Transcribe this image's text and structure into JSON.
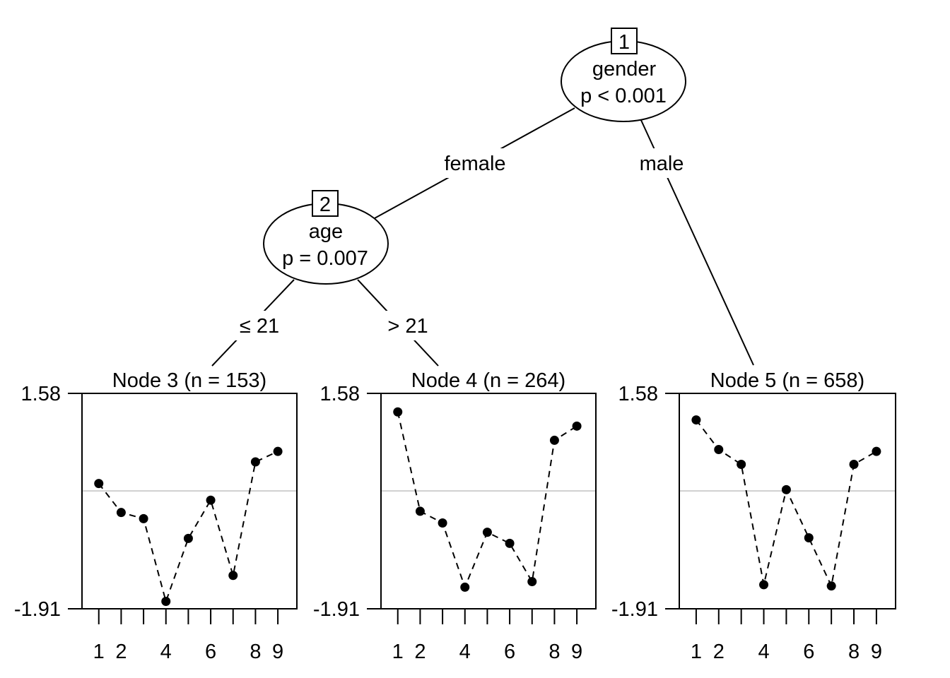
{
  "tree": {
    "inner_nodes": [
      {
        "id": "1",
        "variable": "gender",
        "pvalue": "p < 0.001"
      },
      {
        "id": "2",
        "variable": "age",
        "pvalue": "p = 0.007"
      }
    ],
    "edges": [
      {
        "from": "1",
        "to": "2",
        "label": "female"
      },
      {
        "from": "1",
        "to": "5",
        "label": "male"
      },
      {
        "from": "2",
        "to": "3",
        "label": "≤ 21"
      },
      {
        "from": "2",
        "to": "4",
        "label": "> 21"
      }
    ]
  },
  "chart_data": [
    {
      "type": "line",
      "title": "Node 3 (n = 153)",
      "x": [
        1,
        2,
        3,
        4,
        5,
        6,
        7,
        8,
        9
      ],
      "xticklabels": [
        "1",
        "2",
        "",
        "4",
        "",
        "6",
        "",
        "8",
        "9"
      ],
      "values": [
        0.12,
        -0.35,
        -0.45,
        -1.79,
        -0.77,
        -0.15,
        -1.37,
        0.47,
        0.64
      ],
      "ylim": [
        -1.91,
        1.58
      ],
      "yticklabels": [
        "1.58",
        "-1.91"
      ],
      "reference_line": 0
    },
    {
      "type": "line",
      "title": "Node 4 (n = 264)",
      "x": [
        1,
        2,
        3,
        4,
        5,
        6,
        7,
        8,
        9
      ],
      "xticklabels": [
        "1",
        "2",
        "",
        "4",
        "",
        "6",
        "",
        "8",
        "9"
      ],
      "values": [
        1.28,
        -0.33,
        -0.52,
        -1.56,
        -0.67,
        -0.85,
        -1.47,
        0.82,
        1.05
      ],
      "ylim": [
        -1.91,
        1.58
      ],
      "yticklabels": [
        "1.58",
        "-1.91"
      ],
      "reference_line": 0
    },
    {
      "type": "line",
      "title": "Node 5 (n = 658)",
      "x": [
        1,
        2,
        3,
        4,
        5,
        6,
        7,
        8,
        9
      ],
      "xticklabels": [
        "1",
        "2",
        "",
        "4",
        "",
        "6",
        "",
        "8",
        "9"
      ],
      "values": [
        1.15,
        0.67,
        0.43,
        -1.52,
        0.02,
        -0.76,
        -1.54,
        0.43,
        0.64
      ],
      "ylim": [
        -1.91,
        1.58
      ],
      "yticklabels": [
        "1.58",
        "-1.91"
      ],
      "reference_line": 0
    }
  ]
}
